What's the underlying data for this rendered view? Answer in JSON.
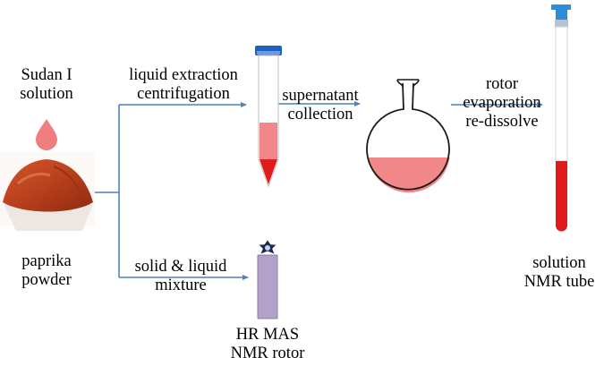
{
  "colors": {
    "arrow": "#4f81bd",
    "liquid": "#f2878a",
    "red_layer": "#e01b1b",
    "cap": "#1f5fbf",
    "rotor_body": "#b3a2c7",
    "paprika": "#b8401c",
    "droplet": "#ef7f7f"
  },
  "inputs": {
    "sudan_line1": "Sudan I",
    "sudan_line2": "solution",
    "paprika_line1": "paprika",
    "paprika_line2": "powder"
  },
  "upper_branch": {
    "step1_line1": "liquid extraction",
    "step1_line2": "centrifugation",
    "step2_line1": "supernatant",
    "step2_line2": "collection",
    "step3_line1": "rotor",
    "step3_line2": "evaporation",
    "step3_line3": "re-dissolve",
    "output_line1": "solution",
    "output_line2": "NMR tube"
  },
  "lower_branch": {
    "step1_line1": "solid & liquid",
    "step1_line2": "mixture",
    "output_line1": "HR MAS",
    "output_line2": "NMR rotor"
  }
}
